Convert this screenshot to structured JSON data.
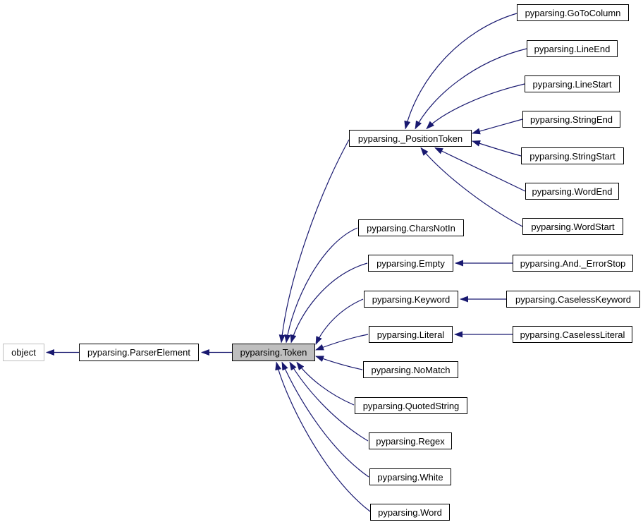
{
  "diagram": {
    "kind": "class-inheritance-graph",
    "edge_color": "#191970",
    "node_fill": "#ffffff",
    "node_border": "#000000",
    "external_node_border": "#bfbfbf",
    "selected_node_fill": "#bfbfbf",
    "nodes": [
      {
        "id": "object",
        "label": "object",
        "style": "external"
      },
      {
        "id": "parser-element",
        "label": "pyparsing.ParserElement",
        "style": "normal"
      },
      {
        "id": "token",
        "label": "pyparsing.Token",
        "style": "selected"
      },
      {
        "id": "position-token",
        "label": "pyparsing._PositionToken",
        "style": "normal"
      },
      {
        "id": "chars-not-in",
        "label": "pyparsing.CharsNotIn",
        "style": "normal"
      },
      {
        "id": "empty",
        "label": "pyparsing.Empty",
        "style": "normal"
      },
      {
        "id": "keyword",
        "label": "pyparsing.Keyword",
        "style": "normal"
      },
      {
        "id": "literal",
        "label": "pyparsing.Literal",
        "style": "normal"
      },
      {
        "id": "no-match",
        "label": "pyparsing.NoMatch",
        "style": "normal"
      },
      {
        "id": "quoted-string",
        "label": "pyparsing.QuotedString",
        "style": "normal"
      },
      {
        "id": "regex",
        "label": "pyparsing.Regex",
        "style": "normal"
      },
      {
        "id": "white",
        "label": "pyparsing.White",
        "style": "normal"
      },
      {
        "id": "word",
        "label": "pyparsing.Word",
        "style": "normal"
      },
      {
        "id": "go-to-column",
        "label": "pyparsing.GoToColumn",
        "style": "normal"
      },
      {
        "id": "line-end",
        "label": "pyparsing.LineEnd",
        "style": "normal"
      },
      {
        "id": "line-start",
        "label": "pyparsing.LineStart",
        "style": "normal"
      },
      {
        "id": "string-end",
        "label": "pyparsing.StringEnd",
        "style": "normal"
      },
      {
        "id": "string-start",
        "label": "pyparsing.StringStart",
        "style": "normal"
      },
      {
        "id": "word-end",
        "label": "pyparsing.WordEnd",
        "style": "normal"
      },
      {
        "id": "word-start",
        "label": "pyparsing.WordStart",
        "style": "normal"
      },
      {
        "id": "and-error-stop",
        "label": "pyparsing.And._ErrorStop",
        "style": "normal"
      },
      {
        "id": "caseless-keyword",
        "label": "pyparsing.CaselessKeyword",
        "style": "normal"
      },
      {
        "id": "caseless-literal",
        "label": "pyparsing.CaselessLiteral",
        "style": "normal"
      }
    ],
    "edges": [
      {
        "from": "pyparsing.ParserElement",
        "to": "object"
      },
      {
        "from": "pyparsing.Token",
        "to": "pyparsing.ParserElement"
      },
      {
        "from": "pyparsing._PositionToken",
        "to": "pyparsing.Token"
      },
      {
        "from": "pyparsing.CharsNotIn",
        "to": "pyparsing.Token"
      },
      {
        "from": "pyparsing.Empty",
        "to": "pyparsing.Token"
      },
      {
        "from": "pyparsing.Keyword",
        "to": "pyparsing.Token"
      },
      {
        "from": "pyparsing.Literal",
        "to": "pyparsing.Token"
      },
      {
        "from": "pyparsing.NoMatch",
        "to": "pyparsing.Token"
      },
      {
        "from": "pyparsing.QuotedString",
        "to": "pyparsing.Token"
      },
      {
        "from": "pyparsing.Regex",
        "to": "pyparsing.Token"
      },
      {
        "from": "pyparsing.White",
        "to": "pyparsing.Token"
      },
      {
        "from": "pyparsing.Word",
        "to": "pyparsing.Token"
      },
      {
        "from": "pyparsing.GoToColumn",
        "to": "pyparsing._PositionToken"
      },
      {
        "from": "pyparsing.LineEnd",
        "to": "pyparsing._PositionToken"
      },
      {
        "from": "pyparsing.LineStart",
        "to": "pyparsing._PositionToken"
      },
      {
        "from": "pyparsing.StringEnd",
        "to": "pyparsing._PositionToken"
      },
      {
        "from": "pyparsing.StringStart",
        "to": "pyparsing._PositionToken"
      },
      {
        "from": "pyparsing.WordEnd",
        "to": "pyparsing._PositionToken"
      },
      {
        "from": "pyparsing.WordStart",
        "to": "pyparsing._PositionToken"
      },
      {
        "from": "pyparsing.And._ErrorStop",
        "to": "pyparsing.Empty"
      },
      {
        "from": "pyparsing.CaselessKeyword",
        "to": "pyparsing.Keyword"
      },
      {
        "from": "pyparsing.CaselessLiteral",
        "to": "pyparsing.Literal"
      }
    ]
  }
}
